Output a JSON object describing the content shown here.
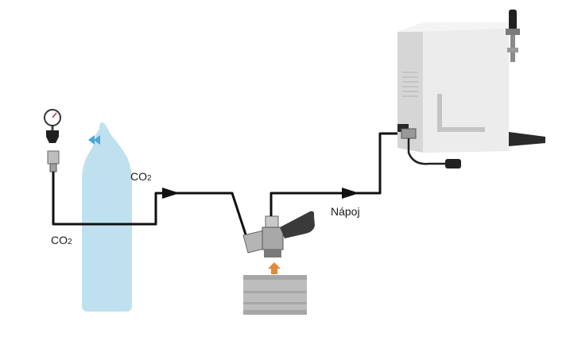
{
  "labels": {
    "co2_upper": {
      "main": "CO",
      "sub": "2"
    },
    "co2_lower": {
      "main": "CO",
      "sub": "2"
    },
    "beverage": "Nápoj"
  },
  "colors": {
    "line": "#111111",
    "cylinder": "#bfe0ef",
    "cylinder_arrow": "#4aa6d6",
    "keg_arrow": "#e08a3c",
    "cooler_body": "#ececec",
    "cooler_side": "#d6d6d6",
    "metal": "#9a9a9a",
    "keg": "#bdbdbd"
  },
  "icons": [
    "gas-cylinder",
    "pressure-regulator-icon",
    "flow-arrow-icon",
    "keg-coupler-icon",
    "beer-keg-icon",
    "beer-cooler-icon",
    "beer-tap-icon",
    "power-plug-icon"
  ]
}
